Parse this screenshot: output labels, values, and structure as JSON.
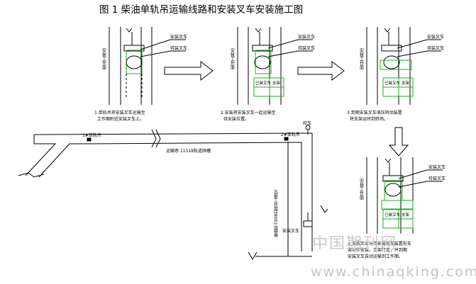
{
  "title": "图 1  柴油单轨吊运输线路和安装叉车安装施工图",
  "watermark": {
    "cn": "中国期刊网",
    "url": "www.chinaqking.com"
  },
  "colors": {
    "line": "#000000",
    "green": "#1ab31a",
    "watermark": "#c8c8c8"
  },
  "panels": [
    {
      "side_label": "安装工作面",
      "box_top": "安装叉车",
      "box_bottom": "待装叉车",
      "caption_l1": "1.单轨吊将安装叉车运输至",
      "caption_l2": "工作面附近安装叉车上。"
    },
    {
      "side_label": "安装工作面",
      "box_top": "安装叉车",
      "box_bottom": "待装叉车",
      "stack_label": "已装叉车",
      "stack_label2": "支架",
      "caption_l1": "2.安装将安装叉车一起运输至",
      "caption_l2": "待安装位置。"
    },
    {
      "side_label": "安装工作面",
      "box_top": "安装叉车",
      "box_bottom": "待装叉车",
      "stack_label": "已装叉车",
      "stack_label2": "支架",
      "caption_l1": "3.到期安装叉车液压转动装置",
      "caption_l2": "将支架运时到转场。"
    },
    {
      "side_label": "安装工作面",
      "box_top": "安装叉车",
      "box_bottom": "待装叉车",
      "stack_label": "已装叉车",
      "stack_label2": "支架",
      "caption_l1": "4.安装叉车与待安装叉车装置形支",
      "caption_l2": "架动作安装，支架行走，并到期",
      "caption_l3": "安装叉车自动运输到工作面。"
    }
  ],
  "route": {
    "station1": "1#单轨吊",
    "station2": "2#单轨吊",
    "roadway": "运输巷 11518轨道顺槽",
    "vertical": "瓦斯工作面38001运输巷",
    "install_label": "安装叉车",
    "winch": "绞车"
  }
}
